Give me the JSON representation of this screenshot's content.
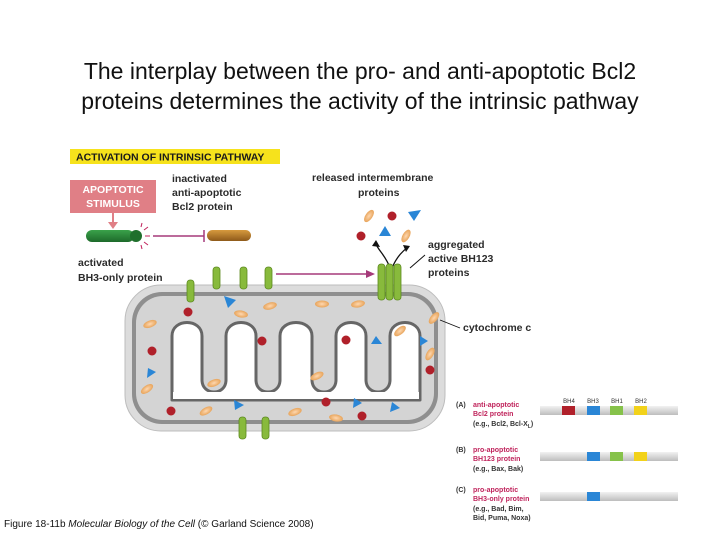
{
  "title": {
    "line1": "The interplay between the pro- and anti-apoptotic Bcl2",
    "line2": "proteins determines the activity of the intrinsic pathway"
  },
  "diagram": {
    "header": "ACTIVATION OF INTRINSIC PATHWAY",
    "stimulus": {
      "line1": "APOPTOTIC",
      "line2": "STIMULUS"
    },
    "inactivated": {
      "line1": "inactivated",
      "line2": "anti-apoptotic",
      "line3": "Bcl2 protein"
    },
    "bh3": {
      "line1": "activated",
      "line2": "BH3-only protein"
    },
    "released": {
      "line1": "released intermembrane",
      "line2": "proteins"
    },
    "aggregated": {
      "line1": "aggregated",
      "line2": "active BH123",
      "line3": "proteins"
    },
    "cytochrome": "cytochrome c"
  },
  "domains": {
    "bh4": "BH4",
    "bh3": "BH3",
    "bh1": "BH1",
    "bh2": "BH2"
  },
  "rows": {
    "a": {
      "letter": "(A)",
      "line1": "anti-apoptotic",
      "line2": "Bcl2 protein",
      "line3": "(e.g., Bcl2, Bcl-X",
      "line3_sub": "L",
      "line3_end": ")"
    },
    "b": {
      "letter": "(B)",
      "line1": "pro-apoptotic",
      "line2": "BH123 protein",
      "line3": "(e.g., Bax, Bak)"
    },
    "c": {
      "letter": "(C)",
      "line1": "pro-apoptotic",
      "line2": "BH3-only protein",
      "line3": "(e.g., Bad, Bim,",
      "line4": "Bid, Puma, Noxa)"
    }
  },
  "colors": {
    "header_bg": "#f6e21c",
    "stimulus_bg": "#e07f86",
    "bh4": "#b0202a",
    "bh3": "#2a86d6",
    "bh1": "#86c24a",
    "bh2": "#f2d21a",
    "row_label": "#c0245c",
    "mito_outer": "#d8d8d8",
    "mito_inner": "#8a8a8a",
    "mito_matrix": "#ffffff"
  },
  "caption": {
    "prefix": "Figure 18-11b ",
    "book": "Molecular Biology of the Cell",
    "suffix": " (© Garland Science 2008)"
  }
}
